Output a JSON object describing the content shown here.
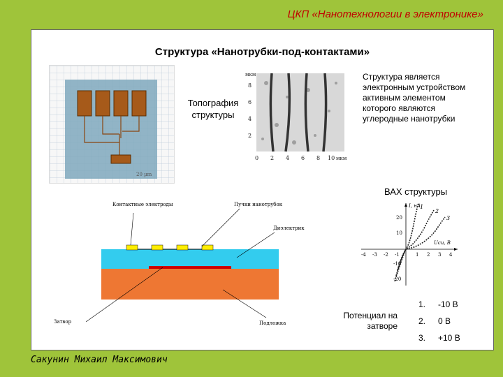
{
  "header": {
    "title": "ЦКП «Нанотехнологии в электронике»"
  },
  "slide": {
    "title": "Структура «Нанотрубки-под-контактами»"
  },
  "topography": {
    "label_line1": "Топография",
    "label_line2": "структуры",
    "scale_label": "20 µm"
  },
  "micrograph": {
    "unit": "мкм",
    "y_ticks": [
      "8",
      "6",
      "4",
      "2"
    ],
    "x_ticks": [
      "0",
      "2",
      "4",
      "6",
      "8",
      "10"
    ]
  },
  "description": {
    "text": "Структура является электронным устройством активным элементом которого являются углеродные нанотрубки"
  },
  "cross_section": {
    "label_bundle": "Пучки нанотрубок",
    "label_contacts": "Контактные электроды",
    "label_dielectric": "Диэлектрик",
    "label_gate": "Затвор",
    "label_substrate": "Подложка",
    "colors": {
      "top_layer": "#33ccee",
      "bottom_layer": "#ee7733",
      "contact": "#ffee00",
      "tube": "#cc0000"
    }
  },
  "vax": {
    "title": "ВАХ структуры",
    "y_axis_label": "I, нА",
    "x_axis_label": "Uси, В",
    "y_ticks": [
      "20",
      "10",
      "-10",
      "-20"
    ],
    "x_ticks": [
      "-4",
      "-3",
      "-2",
      "-1",
      "1",
      "2",
      "3",
      "4"
    ],
    "curve_labels": [
      "1",
      "2",
      "3"
    ]
  },
  "legend": {
    "potential_label": "Потенциал на затворе",
    "rows": [
      {
        "num": "1.",
        "value": "-10 В"
      },
      {
        "num": "2.",
        "value": "0 В"
      },
      {
        "num": "3.",
        "value": "+10 В"
      }
    ]
  },
  "author": {
    "name": "Сакунин Михаил Максимович"
  }
}
